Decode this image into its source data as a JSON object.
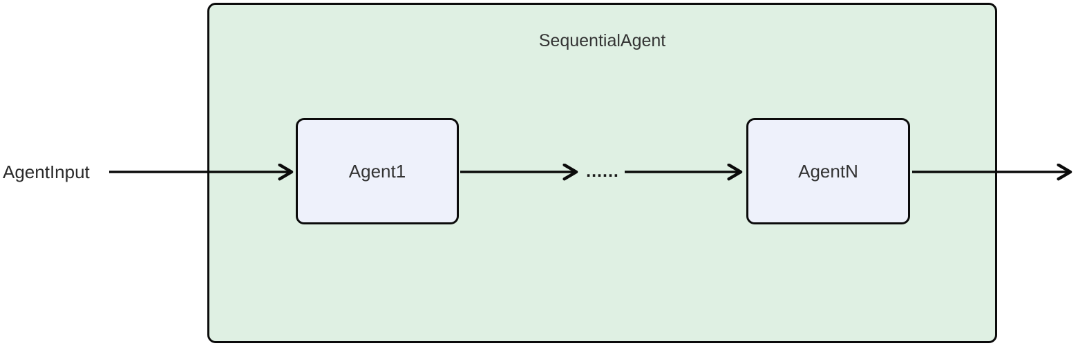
{
  "diagram": {
    "type": "flowchart",
    "direction": "left-to-right",
    "title": "SequentialAgent",
    "input_label": "AgentInput",
    "ellipsis_label": "......",
    "nodes": [
      {
        "id": "agent1",
        "label": "Agent1"
      },
      {
        "id": "agentN",
        "label": "AgentN"
      }
    ],
    "edges": [
      {
        "from": "AgentInput",
        "to": "Agent1"
      },
      {
        "from": "Agent1",
        "to": "ellipsis"
      },
      {
        "from": "ellipsis",
        "to": "AgentN"
      },
      {
        "from": "AgentN",
        "to": "out"
      }
    ],
    "colors": {
      "container_fill": "#dff0e3",
      "container_border": "#0b0b0b",
      "node_fill": "#eef1fb",
      "node_border": "#0b0b0b",
      "arrow": "#0b0b0b",
      "text": "#333333",
      "background": "#ffffff"
    }
  }
}
